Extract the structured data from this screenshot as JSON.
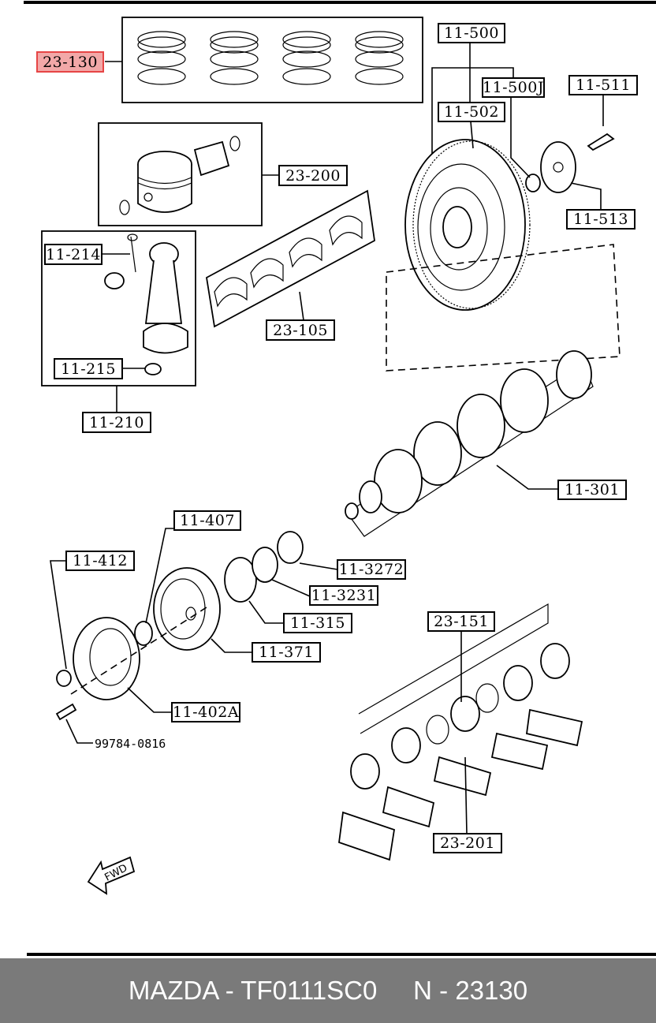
{
  "labels": {
    "ring_set": "23-130",
    "piston": "23-200",
    "conrod_bearing": "23-105",
    "conrod_bolt": "11-214",
    "conrod_nut": "11-215",
    "conrod": "11-210",
    "flywheel": "11-500",
    "flywheel_bolt_j": "11-500J",
    "flywheel_ring": "11-502",
    "flywheel_bolt": "11-511",
    "flywheel_plate": "11-513",
    "crankshaft": "11-301",
    "key": "11-407",
    "pulley_nut": "11-412",
    "oil_seal_ring": "11-3272",
    "spacer": "11-3231",
    "oil_seal": "11-315",
    "timing_pulley": "11-371",
    "crank_pulley": "11-402A",
    "pulley_bolt": "99784-0816",
    "main_bearing": "23-151",
    "main_bearing_lower": "23-201"
  },
  "direction_tag": "FWD",
  "footer": {
    "brand": "MAZDA",
    "part_code": "TF0111SC0",
    "number": "N - 23130",
    "text": "MAZDA - TF0111SC0     N - 23130"
  },
  "colors": {
    "highlight": "#e64545",
    "footer_bg": "#7a7a7a",
    "footer_text": "#ffffff"
  }
}
